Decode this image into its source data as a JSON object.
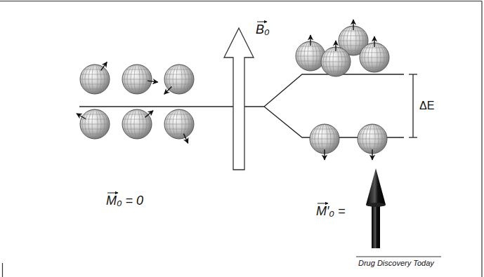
{
  "diagram": {
    "labels": [
      "B₀",
      "ΔE",
      "M₀ = 0",
      "M′₀ =",
      "Drug Discovery Today"
    ]
  }
}
